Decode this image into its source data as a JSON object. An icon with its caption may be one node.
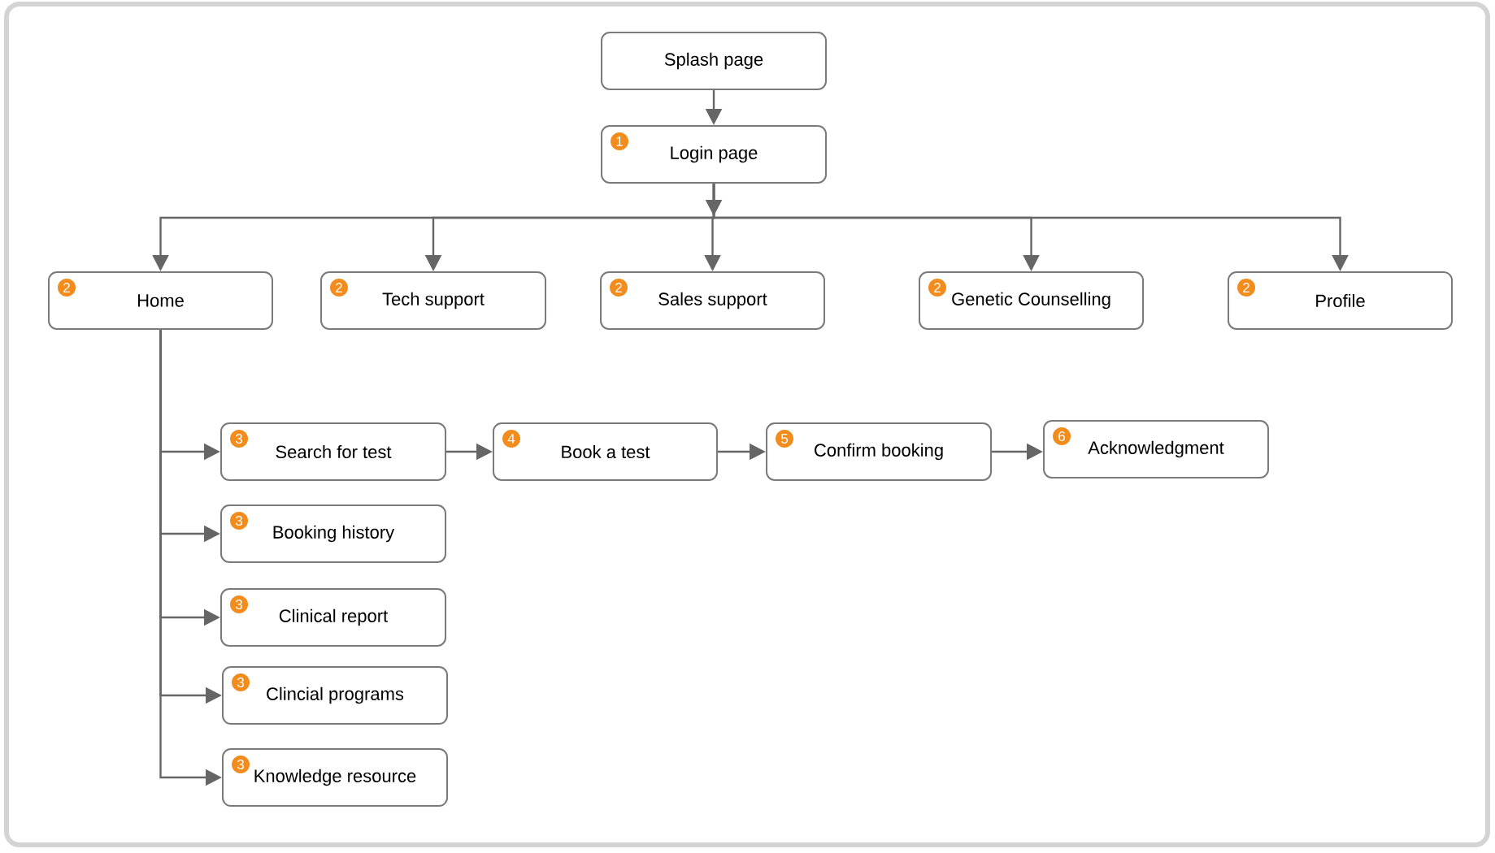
{
  "diagram": {
    "nodes": [
      {
        "text": [
          "Splash page"
        ]
      },
      {
        "text": [
          "1",
          "Login page"
        ]
      },
      {
        "text": [
          "2",
          "Home"
        ]
      },
      {
        "text": [
          "2",
          "Tech support"
        ]
      },
      {
        "text": [
          "2",
          "Sales support"
        ]
      },
      {
        "text": [
          "2",
          "Genetic Counselling"
        ]
      },
      {
        "text": [
          "2",
          "Profile"
        ]
      },
      {
        "text": [
          "3",
          "Search for test"
        ]
      },
      {
        "text": [
          "4",
          "Book a test"
        ]
      },
      {
        "text": [
          "5",
          "Confirm booking"
        ]
      },
      {
        "text": [
          "6",
          "Acknowledgment"
        ]
      },
      {
        "text": [
          "3",
          "Booking history"
        ]
      },
      {
        "text": [
          "3",
          "Clinical report"
        ]
      },
      {
        "text": [
          "3",
          "Clincial programs"
        ]
      },
      {
        "text": [
          "3",
          "Knowledge resource"
        ]
      }
    ],
    "edges": [
      {
        "from": 0,
        "to": 1,
        "arrow": "to"
      },
      {
        "from": 1,
        "to": 2,
        "arrow": "to"
      },
      {
        "from": 1,
        "to": 3,
        "arrow": "to"
      },
      {
        "from": 1,
        "to": 4,
        "arrow": "to"
      },
      {
        "from": 1,
        "to": 5,
        "arrow": "to"
      },
      {
        "from": 1,
        "to": 6,
        "arrow": "to"
      },
      {
        "from": 2,
        "to": 7,
        "arrow": "to"
      },
      {
        "from": 2,
        "to": 11,
        "arrow": "to"
      },
      {
        "from": 2,
        "to": 12,
        "arrow": "to"
      },
      {
        "from": 2,
        "to": 13,
        "arrow": "to"
      },
      {
        "from": 2,
        "to": 14,
        "arrow": "to"
      },
      {
        "from": 7,
        "to": 8,
        "arrow": "to"
      },
      {
        "from": 8,
        "to": 9,
        "arrow": "to"
      },
      {
        "from": 9,
        "to": 10,
        "arrow": "to"
      }
    ]
  }
}
